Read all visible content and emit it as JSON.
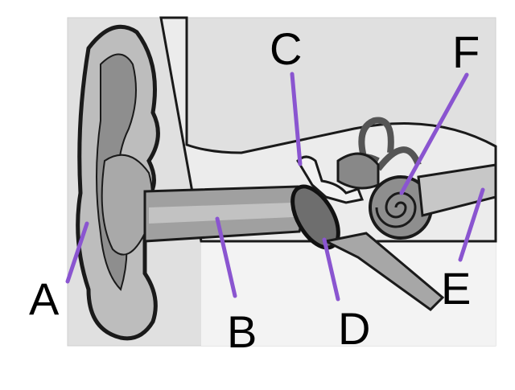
{
  "diagram": {
    "labels": [
      {
        "id": "A",
        "text": "A"
      },
      {
        "id": "B",
        "text": "B"
      },
      {
        "id": "C",
        "text": "C"
      },
      {
        "id": "D",
        "text": "D"
      },
      {
        "id": "E",
        "text": "E"
      },
      {
        "id": "F",
        "text": "F"
      }
    ],
    "colors": {
      "leader": "#8a55d0",
      "outline": "#1a1a1a",
      "background": "#d8d8d8",
      "skin_light": "#bdbdbd",
      "skin_dark": "#8e8e8e",
      "bone": "#f2f2f2"
    }
  }
}
